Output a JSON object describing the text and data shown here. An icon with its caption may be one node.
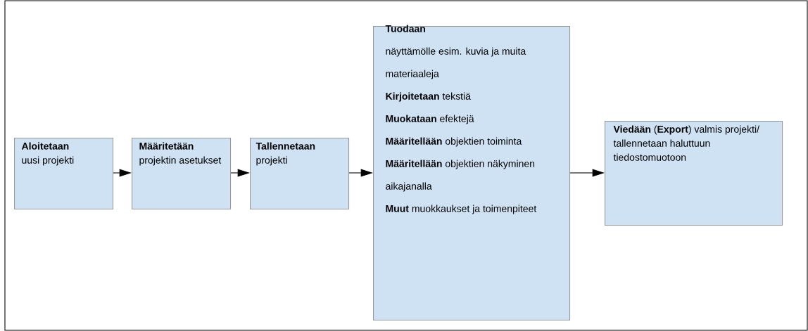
{
  "diagram": {
    "nodes": [
      {
        "text": [
          "Aloitetaan",
          "uusi projekti"
        ]
      },
      {
        "text": [
          "Määritetään",
          "projektin asetukset"
        ]
      },
      {
        "text": [
          "Tallennetaan",
          "projekti"
        ]
      },
      {
        "text": [
          "Tuodaan",
          "näyttämölle esim. kuvia ja muita materiaaleja",
          "**Kirjoitetaan** tekstiä",
          "**Muokataan** efektejä",
          "**Määritellään** objektien toiminta",
          "**Määritellään** objektien näkyminen aikajanalla",
          "**Muut** muokkaukset ja toimenpiteet"
        ]
      },
      {
        "text": [
          "**Viedään** (**Export**) valmis projekti/ tallennetaan haluttuun tiedostomuotoon"
        ]
      }
    ],
    "edges": [
      {
        "from": 0,
        "to": 1,
        "arrow": "to"
      },
      {
        "from": 1,
        "to": 2,
        "arrow": "to"
      },
      {
        "from": 2,
        "to": 3,
        "arrow": "to"
      },
      {
        "from": 3,
        "to": 4,
        "arrow": "to"
      }
    ]
  }
}
